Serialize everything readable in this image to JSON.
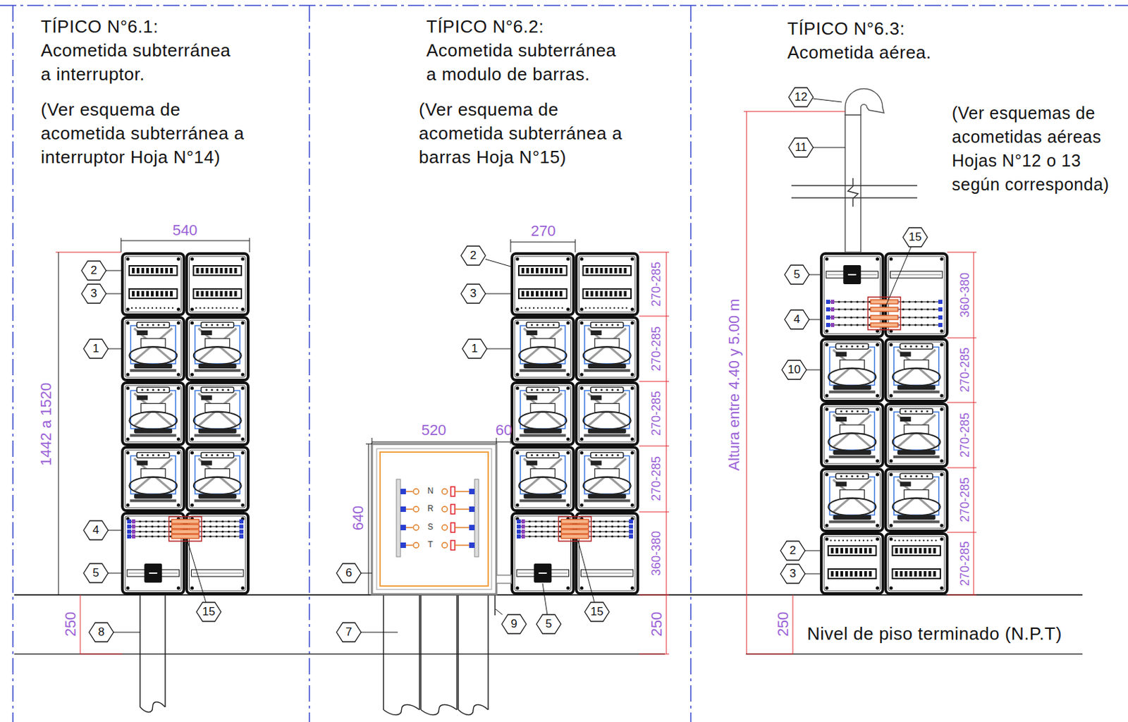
{
  "diagram": {
    "nodes": [
      {
        "text": [
          "TÍPICO N°6.1:",
          "Acometida subterránea a interruptor.",
          "(Ver esquema de acometida subterránea a interruptor Hoja N°14)"
        ]
      },
      {
        "text": [
          "TÍPICO N°6.2:",
          "Acometida subterránea a modulo de barras.",
          "(Ver esquema de acometida subterránea a barras Hoja N°15)"
        ]
      },
      {
        "text": [
          "TÍPICO N°6.3:",
          "Acometida aérea.",
          "(Ver esquemas de acometidas aéreas Hojas N°12 o 13 según corresponda)"
        ]
      }
    ],
    "labels": [
      "540",
      "1442 a 1520",
      "250",
      "2",
      "3",
      "1",
      "4",
      "5",
      "15",
      "8",
      "270",
      "270-285",
      "270-285",
      "270-285",
      "270-285",
      "360-380",
      "250",
      "520",
      "60",
      "640",
      "N",
      "R",
      "S",
      "T",
      "2",
      "3",
      "1",
      "6",
      "7",
      "9",
      "5",
      "15",
      "Altura entre 4.40 y 5.00 m",
      "360-380",
      "270-285",
      "270-285",
      "270-285",
      "270-285",
      "250",
      "Nivel de piso terminado (N.P.T)",
      "12",
      "11",
      "5",
      "4",
      "10",
      "15",
      "2",
      "3"
    ]
  }
}
